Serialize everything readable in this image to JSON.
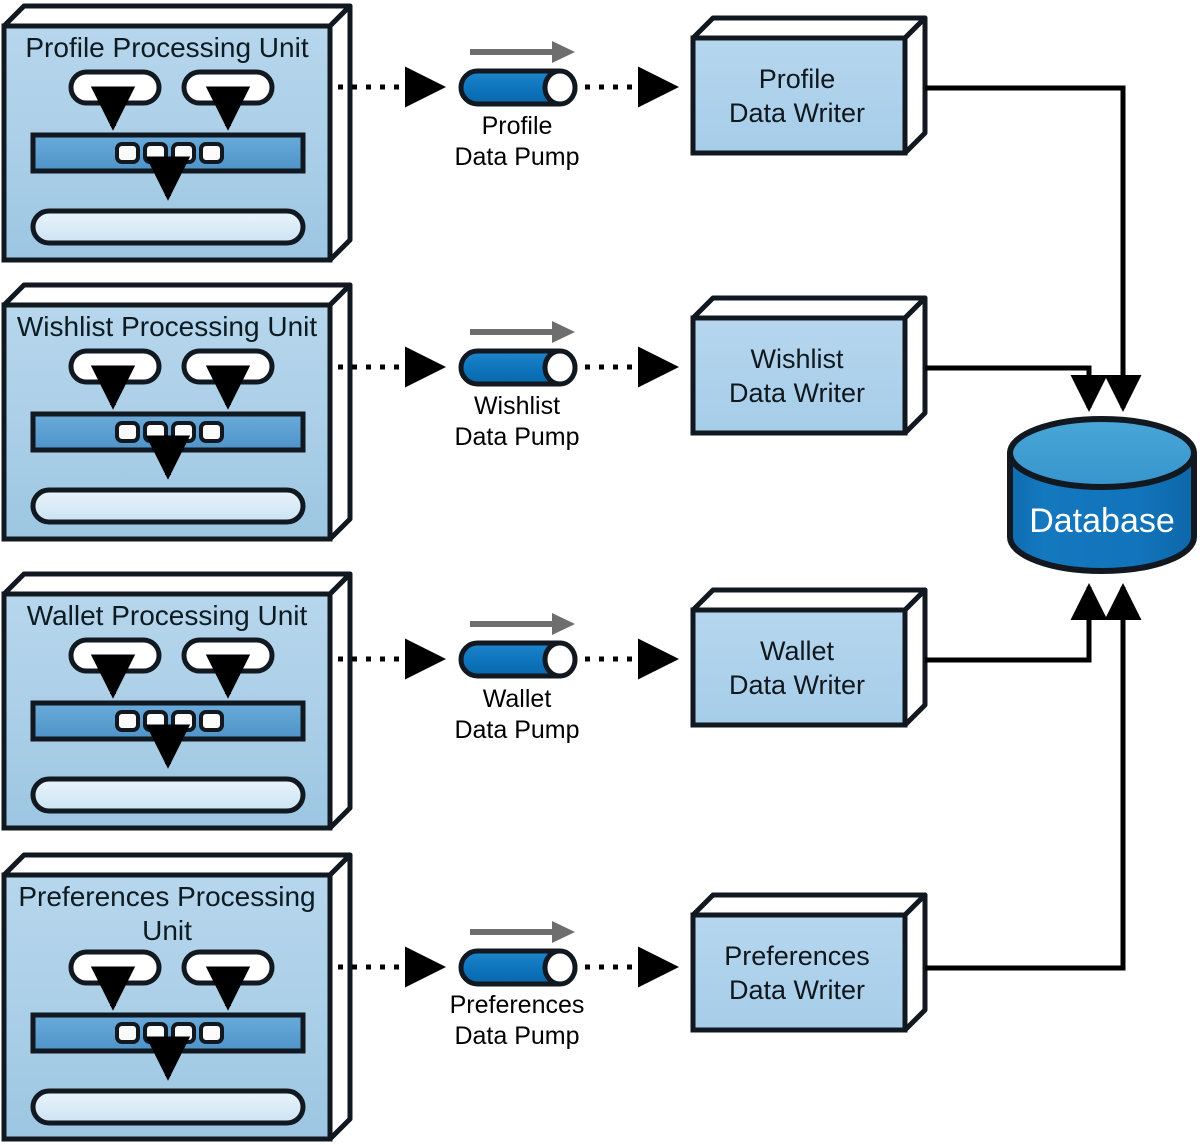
{
  "diagram": {
    "title": "Data pump architecture with processing units, data writers and shared database",
    "colors": {
      "unit_face": "#add0e8",
      "unit_face_light": "#c3ddf0",
      "unit_top": "#ffffff",
      "unit_side": "#ffffff",
      "queue_bar": "#5a9fd4",
      "queue_bar_dark": "#4a90c8",
      "queue_cell": "#fbfbfb",
      "endpoint_bar": "#dfeef8",
      "capsule": "#ffffff",
      "pump_blue": "#0d74bd",
      "pump_cap": "#ffffff",
      "writer_face": "#aed2ec",
      "writer_top": "#ffffff",
      "database_top": "#3f9fd4",
      "database_body": "#1373b9",
      "database_text": "#ffffff",
      "outline": "#111820",
      "gray_arrow": "#6e6e6e",
      "connector": "#000000",
      "background": "#ffffff"
    },
    "rows": [
      {
        "id": "profile",
        "unit_title": "Profile Processing Unit",
        "unit_title_lines": [
          "Profile Processing Unit"
        ],
        "pump_label_lines": [
          "Profile",
          "Data Pump"
        ],
        "writer_label_lines": [
          "Profile",
          "Data Writer"
        ],
        "queue_cells": 4,
        "capsules": 2,
        "db_port": "top-right"
      },
      {
        "id": "wishlist",
        "unit_title": "Wishlist Processing Unit",
        "unit_title_lines": [
          "Wishlist Processing Unit"
        ],
        "pump_label_lines": [
          "Wishlist",
          "Data Pump"
        ],
        "writer_label_lines": [
          "Wishlist",
          "Data Writer"
        ],
        "queue_cells": 4,
        "capsules": 2,
        "db_port": "top-left"
      },
      {
        "id": "wallet",
        "unit_title": "Wallet Processing Unit",
        "unit_title_lines": [
          "Wallet Processing Unit"
        ],
        "pump_label_lines": [
          "Wallet",
          "Data Pump"
        ],
        "writer_label_lines": [
          "Wallet",
          "Data Writer"
        ],
        "queue_cells": 4,
        "capsules": 2,
        "db_port": "bottom-left"
      },
      {
        "id": "preferences",
        "unit_title": "Preferences Processing Unit",
        "unit_title_lines": [
          "Preferences Processing",
          "Unit"
        ],
        "pump_label_lines": [
          "Preferences",
          "Data Pump"
        ],
        "writer_label_lines": [
          "Preferences",
          "Data Writer"
        ],
        "queue_cells": 4,
        "capsules": 2,
        "db_port": "bottom-right"
      }
    ],
    "database": {
      "label": "Database"
    }
  }
}
